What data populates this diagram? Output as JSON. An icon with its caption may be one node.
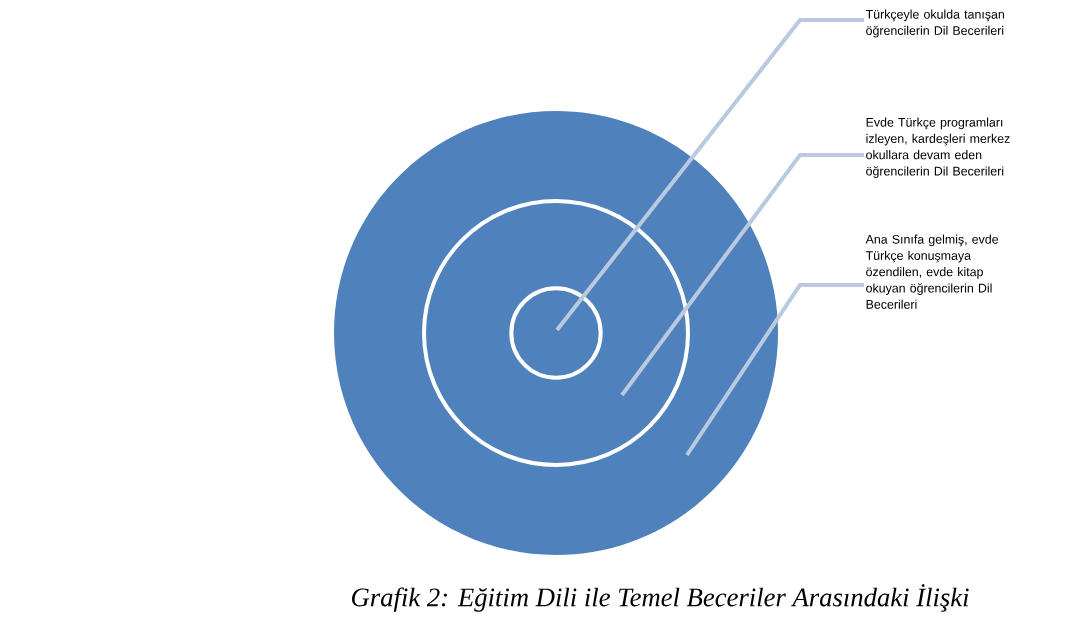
{
  "diagram": {
    "caption": "Grafik 2: Eğitim Dili ile Temel Beceriler Arasındaki İlişki",
    "nodes": [
      {
        "text": [],
        "shape": "circle"
      },
      {
        "text": [],
        "shape": "circle",
        "in": 0
      },
      {
        "text": [],
        "shape": "circle",
        "in": 1
      },
      {
        "text": [
          "Türkçeyle okulda tanışan öğrencilerin Dil Becerileri"
        ]
      },
      {
        "text": [
          "Evde Türkçe programları izleyen, kardeşleri merkez okullara devam eden öğrencilerin Dil Becerileri"
        ]
      },
      {
        "text": [
          "Ana Sınıfa gelmiş, evde Türkçe konuşmaya özendilen, evde kitap okuyan öğrencilerin Dil Becerileri"
        ]
      }
    ],
    "edges": [
      {
        "from": 3,
        "to": 2,
        "arrow": "none"
      },
      {
        "from": 4,
        "to": 1,
        "arrow": "none"
      },
      {
        "from": 5,
        "to": 0,
        "arrow": "none"
      }
    ]
  }
}
